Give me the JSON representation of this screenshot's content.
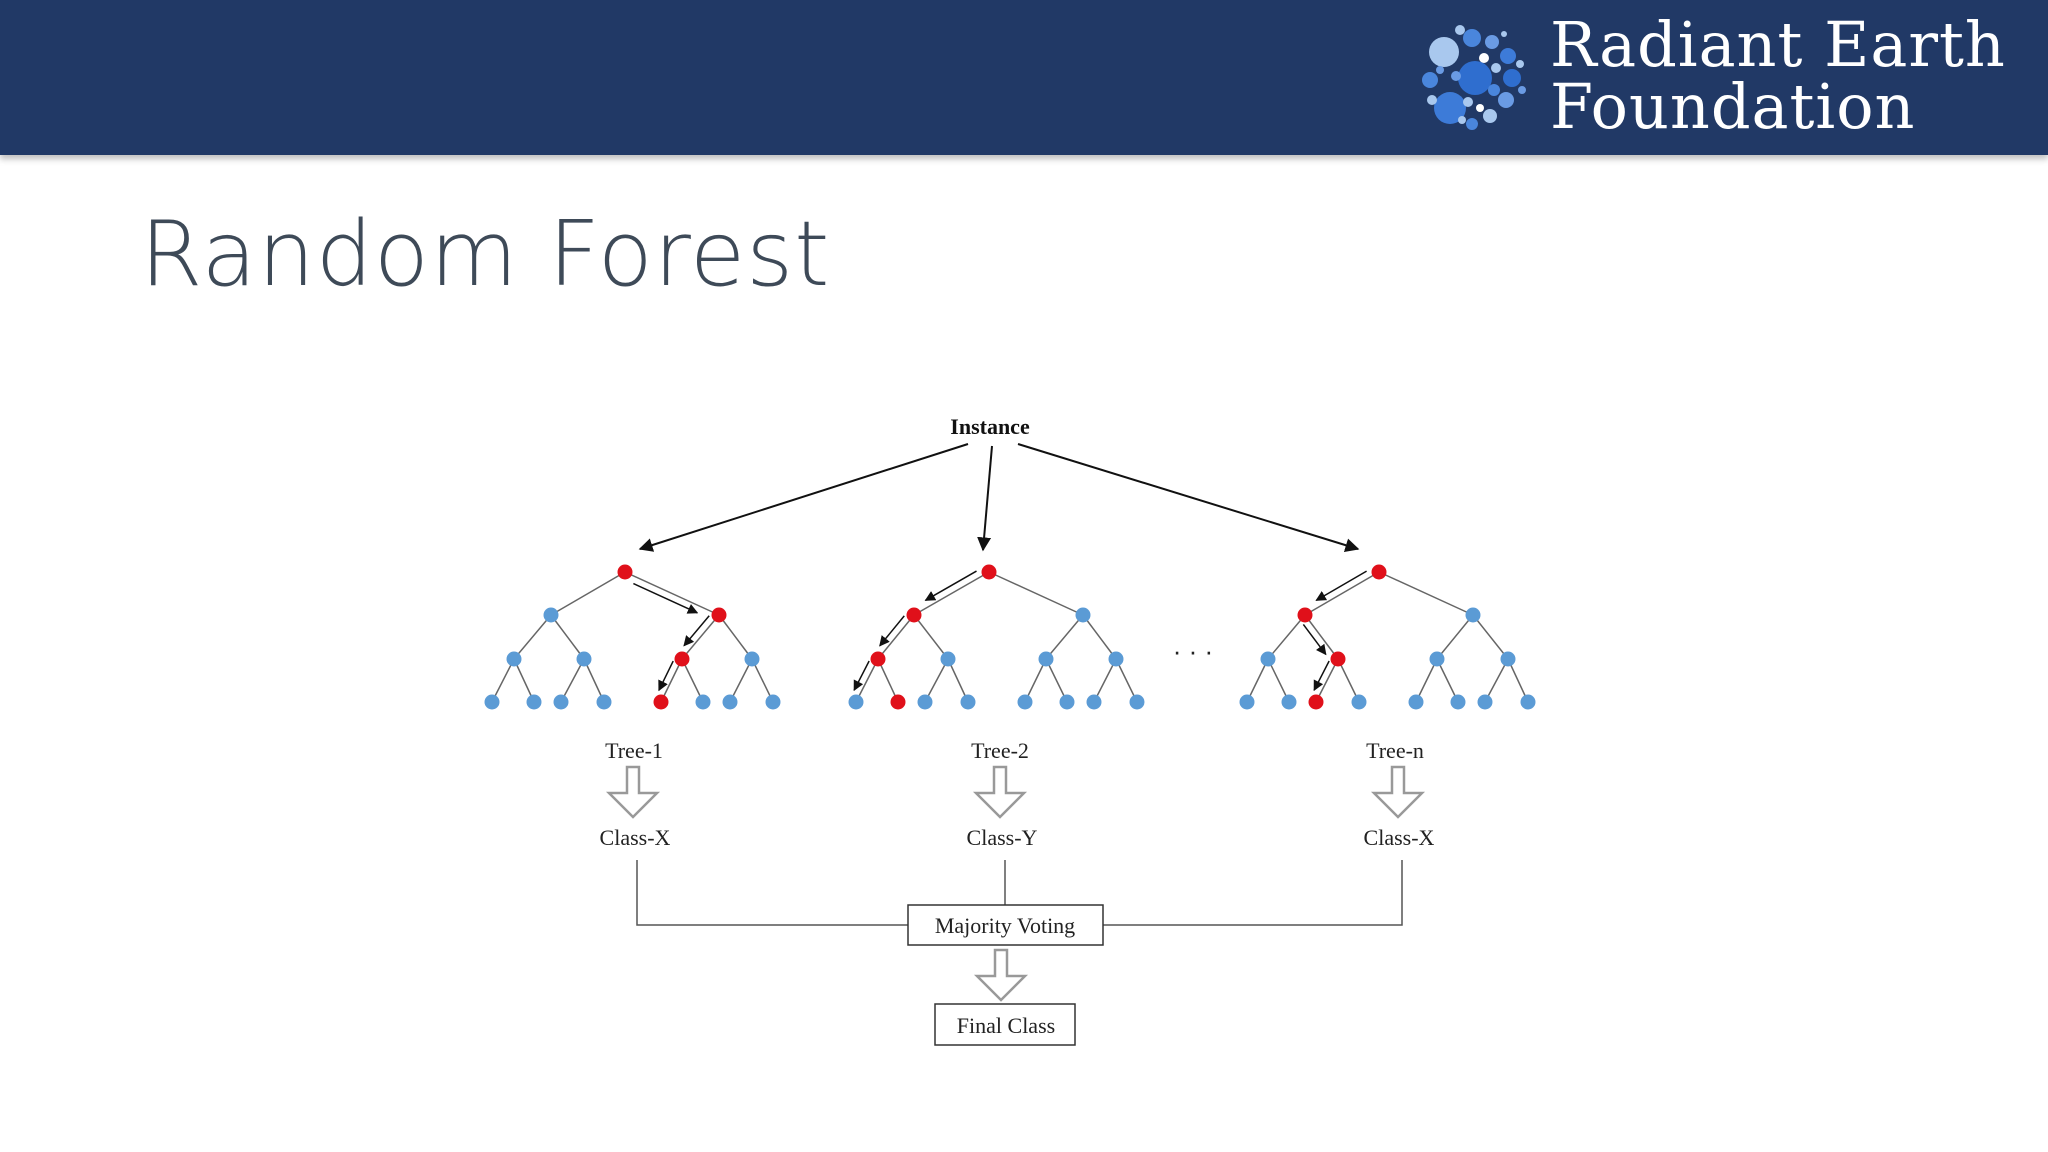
{
  "header": {
    "brand_line1": "Radiant Earth",
    "brand_line2": "Foundation",
    "logo_icon": "dots-circle-logo-icon",
    "color_bg": "#213966"
  },
  "slide": {
    "title": "Random Forest"
  },
  "diagram": {
    "root_label": "Instance",
    "ellipsis": "· · ·",
    "trees": [
      {
        "label": "Tree-1",
        "result": "Class-X"
      },
      {
        "label": "Tree-2",
        "result": "Class-Y"
      },
      {
        "label": "Tree-n",
        "result": "Class-X"
      }
    ],
    "voting_label": "Majority Voting",
    "final_label": "Final Class",
    "node_color": "#5b9bd5",
    "active_color": "#e0101a"
  }
}
